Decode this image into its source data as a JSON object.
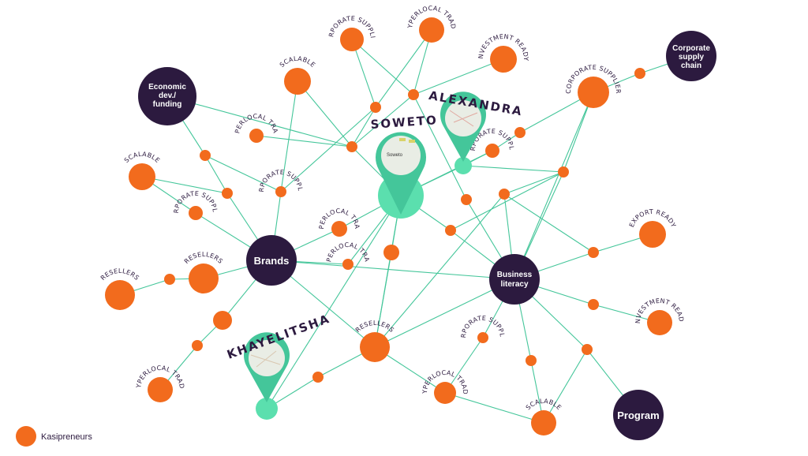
{
  "colors": {
    "orange": "#f26b1d",
    "purple": "#2c1a3f",
    "green": "#44c69a",
    "green_light": "#5bdfae",
    "map_bg": "#e9ede5"
  },
  "hubs": {
    "economic": [
      "Economic",
      "dev./",
      "funding"
    ],
    "corporate_supply_chain": [
      "Corporate",
      "supply",
      "chain"
    ],
    "brands": [
      "Brands"
    ],
    "business_literacy": [
      "Business",
      "literacy"
    ],
    "program": [
      "Program"
    ]
  },
  "cities": {
    "soweto": "SOWETO",
    "alexandra": "ALEXANDRA",
    "khayelitsha": "KHAYELITSHA",
    "soweto_map_label": "Soweto"
  },
  "labels": {
    "corporate_supplier": "CORPORATE SUPPLIER",
    "hyperlocal_trade": "HYPERLOCAL TRADE",
    "investment_ready": "INVESTMENT READY",
    "scalable": "SCALABLE",
    "resellers": "RESELLERS",
    "export_ready": "EXPORT READY"
  },
  "legend": {
    "label": "Kasipreneurs"
  }
}
